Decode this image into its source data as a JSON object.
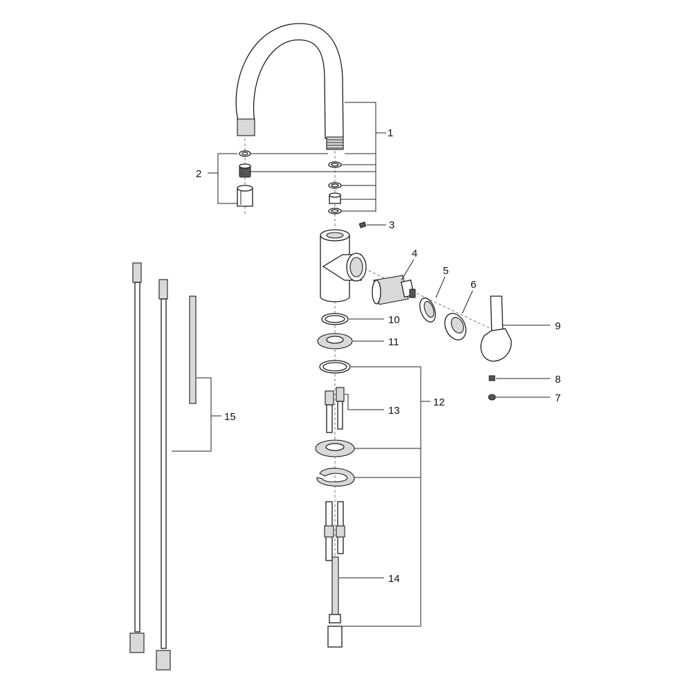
{
  "callouts": {
    "c1": "1",
    "c2": "2",
    "c3": "3",
    "c4": "4",
    "c5": "5",
    "c6": "6",
    "c7": "7",
    "c8": "8",
    "c9": "9",
    "c10": "10",
    "c11": "11",
    "c12": "12",
    "c13": "13",
    "c14": "14",
    "c15": "15"
  },
  "colors": {
    "line": "#1a1a1a",
    "shade": "#d9d9d9",
    "background": "#ffffff"
  }
}
